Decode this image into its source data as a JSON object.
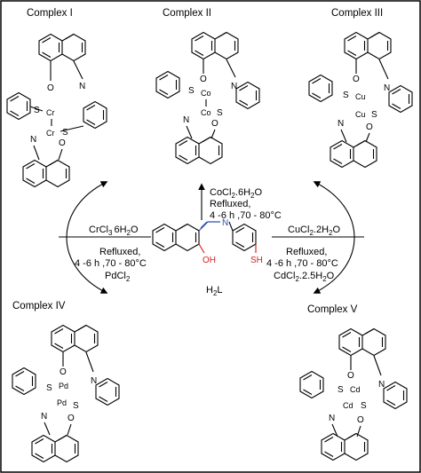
{
  "complexes": {
    "c1": {
      "title": "Complex I",
      "metal": "Cr"
    },
    "c2": {
      "title": "Complex II",
      "metal": "Co"
    },
    "c3": {
      "title": "Complex III",
      "metal": "Cu"
    },
    "c4": {
      "title": "Complex IV",
      "metal": "Pd"
    },
    "c5": {
      "title": "Complex V",
      "metal": "Cd"
    }
  },
  "atoms": {
    "S": "S",
    "O": "O",
    "N": "N",
    "OH": "OH",
    "SH": "SH"
  },
  "ligand": {
    "name_prefix": "H",
    "name_sub": "2",
    "name_suffix": "L"
  },
  "conditions": {
    "top": {
      "salt": "CoCl",
      "salt_sub": "2",
      "hydrate": ".6H",
      "hydrate_sub": "2",
      "hydrate_end": "O",
      "line2": "Refluxed,",
      "line3": "4 -6 h ,70 - 80°C"
    },
    "left": {
      "salt": "CrCl",
      "salt_sub": "3",
      "hydrate": "6H",
      "hydrate_sub": "2",
      "hydrate_end": "O",
      "line2": "Refluxed,",
      "line3": "4 -6 h ,70 - 80°C",
      "line4": "PdCl",
      "line4_sub": "2"
    },
    "right": {
      "salt": "CuCl",
      "salt_sub": "2",
      "hydrate": ".2H",
      "hydrate_sub": "2",
      "hydrate_end": "O",
      "line2": "Refluxed,",
      "line3": "4 -6 h ,70 - 80°C",
      "line4": "CdCl",
      "line4_sub": "2",
      "line4_hydrate": ".2.5H",
      "line4_hydrate_sub": "2",
      "line4_end": "O"
    }
  },
  "colors": {
    "imine_bond": "#2b4fb5",
    "thiol": "#d22222",
    "hydroxyl": "#d22222",
    "imine_n": "#2b4fb5"
  }
}
